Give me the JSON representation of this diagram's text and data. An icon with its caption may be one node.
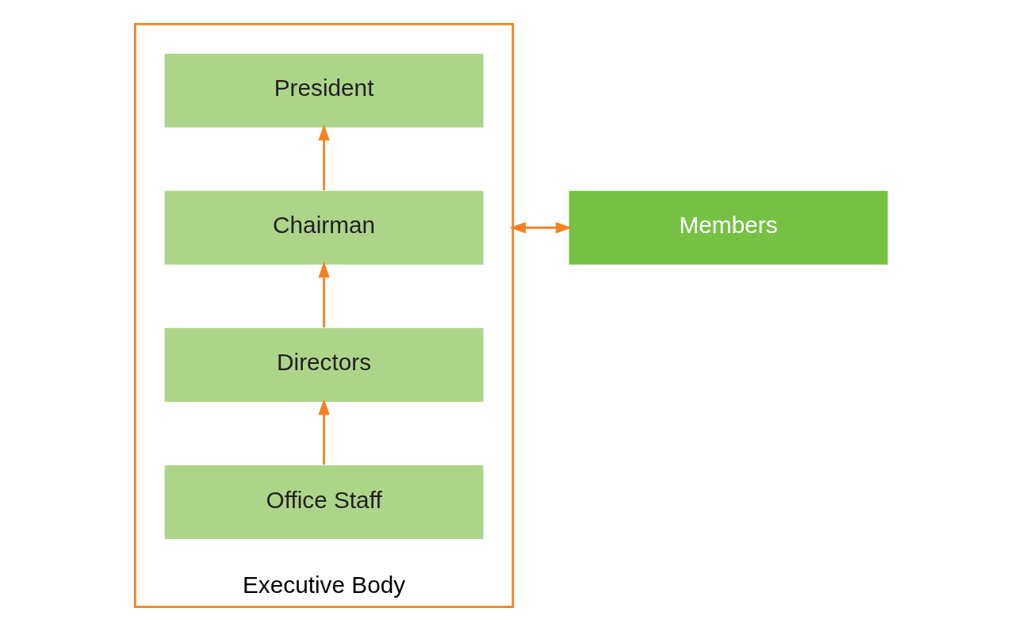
{
  "diagram": {
    "nodes": [
      {
        "text": [
          "Executive Body"
        ]
      },
      {
        "text": [
          "President"
        ],
        "in": 0
      },
      {
        "text": [
          "Chairman"
        ],
        "in": 0
      },
      {
        "text": [
          "Directors"
        ],
        "in": 0
      },
      {
        "text": [
          "Office Staff"
        ],
        "in": 0
      },
      {
        "text": [
          "Members"
        ]
      }
    ],
    "edges": [
      {
        "from": 5,
        "to": 0,
        "arrow": "both"
      },
      {
        "from": 2,
        "to": 1,
        "arrow": "to"
      },
      {
        "from": 3,
        "to": 2,
        "arrow": "to"
      },
      {
        "from": 4,
        "to": 3,
        "arrow": "to"
      }
    ]
  }
}
